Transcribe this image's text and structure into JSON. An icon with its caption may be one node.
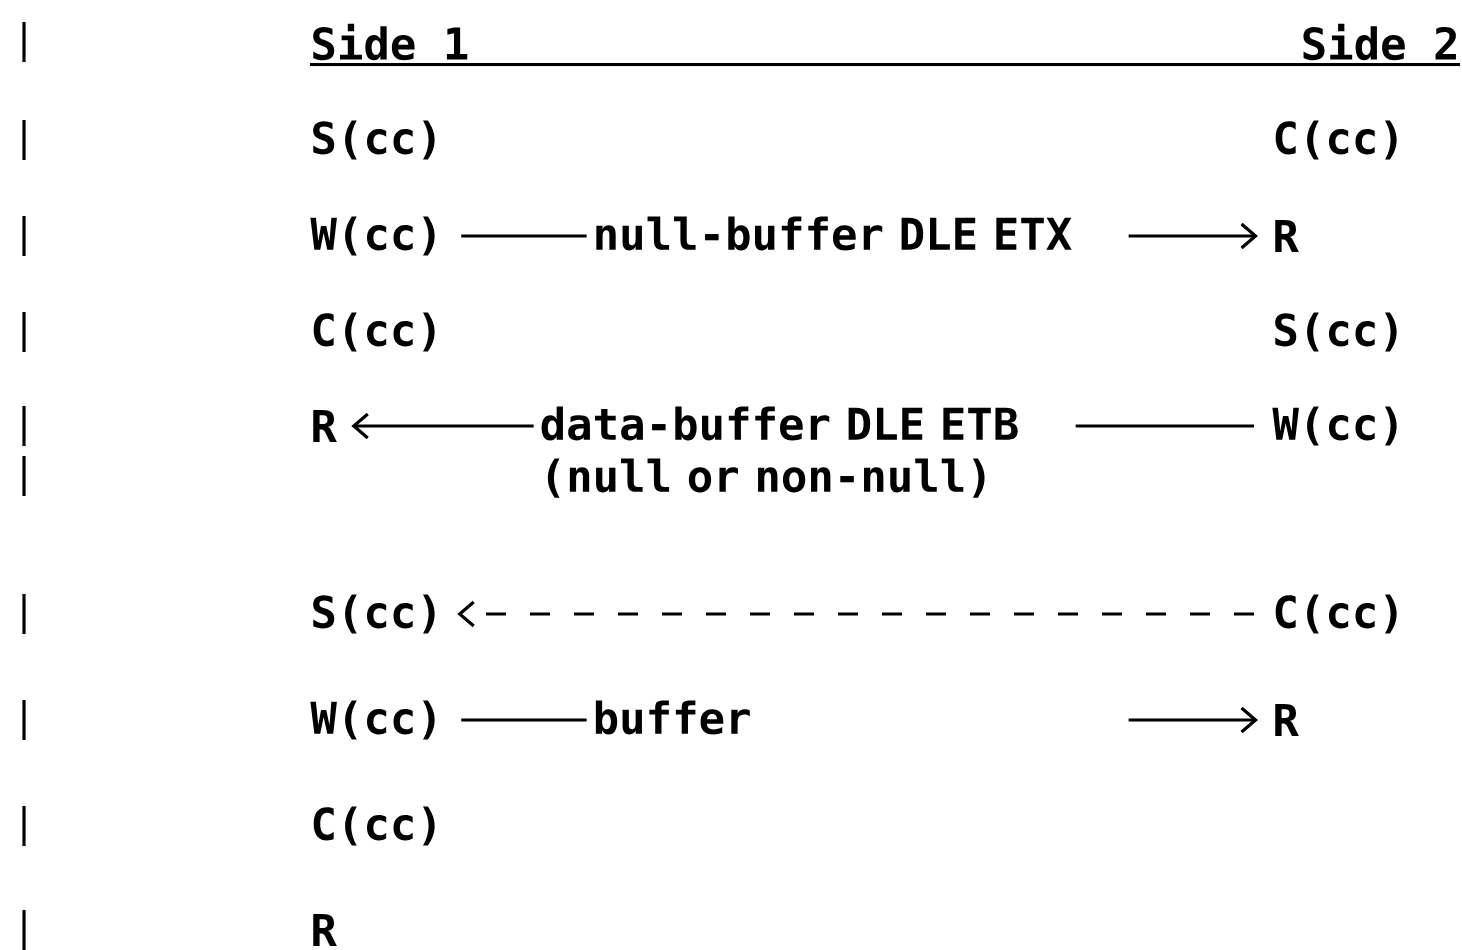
{
  "diagram": {
    "nodes": [
      {
        "text": [
          "S(cc)"
        ]
      },
      {
        "text": [
          "C(cc)"
        ]
      },
      {
        "text": [
          "W(cc)"
        ]
      },
      {
        "text": [
          "R"
        ]
      },
      {
        "text": [
          "C(cc)"
        ]
      },
      {
        "text": [
          "S(cc)"
        ]
      },
      {
        "text": [
          "R"
        ]
      },
      {
        "text": [
          "W(cc)"
        ]
      },
      {
        "text": [
          "S(cc)"
        ]
      },
      {
        "text": [
          "C(cc)"
        ]
      },
      {
        "text": [
          "W(cc)"
        ]
      },
      {
        "text": [
          "R"
        ]
      },
      {
        "text": [
          "C(cc)"
        ]
      },
      {
        "text": [
          "R"
        ]
      }
    ],
    "edges": [
      {
        "from": 2,
        "to": 3,
        "arrow": "to",
        "label": "null-buffer DLE ETX"
      },
      {
        "from": 7,
        "to": 6,
        "arrow": "to",
        "label": "data-buffer DLE ETB (null or non-null)"
      },
      {
        "from": 9,
        "to": 8,
        "arrow": "to",
        "style": "dashed"
      },
      {
        "from": 10,
        "to": 11,
        "arrow": "to",
        "label": "buffer"
      }
    ],
    "labels": [
      "Side 1",
      "Side 2"
    ]
  }
}
